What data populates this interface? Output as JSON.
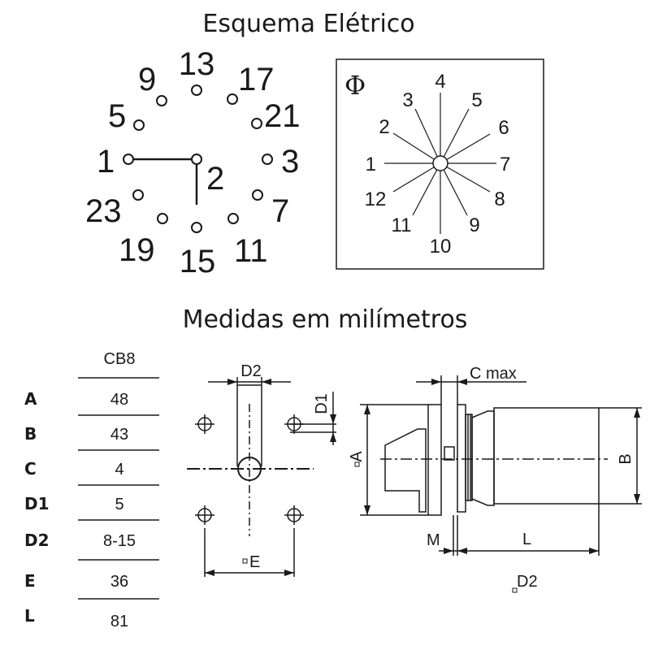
{
  "titles": {
    "electrical_scheme": "Esquema Elétrico",
    "measurements": "Medidas em milímetros"
  },
  "left_diagram": {
    "labels": [
      "13",
      "17",
      "21",
      "3",
      "7",
      "11",
      "15",
      "19",
      "23",
      "1",
      "5",
      "9",
      "2"
    ]
  },
  "right_diagram": {
    "phase_symbol": "Φ",
    "labels": [
      "1",
      "2",
      "3",
      "4",
      "5",
      "6",
      "7",
      "8",
      "9",
      "10",
      "11",
      "12"
    ]
  },
  "table": {
    "column_header": "CB8",
    "rows": [
      {
        "label": "A",
        "value": "48"
      },
      {
        "label": "B",
        "value": "43"
      },
      {
        "label": "C",
        "value": "4"
      },
      {
        "label": "D1",
        "value": "5"
      },
      {
        "label": "D2",
        "value": "8-15"
      },
      {
        "label": "E",
        "value": "36"
      },
      {
        "label": "L",
        "value": "81"
      }
    ]
  },
  "front_view": {
    "d2": "D2",
    "d1": "D1",
    "e": "E"
  },
  "side_view": {
    "c_max": "C max",
    "a": "A",
    "b": "B",
    "m": "M",
    "l": "L",
    "d2": "D2"
  }
}
